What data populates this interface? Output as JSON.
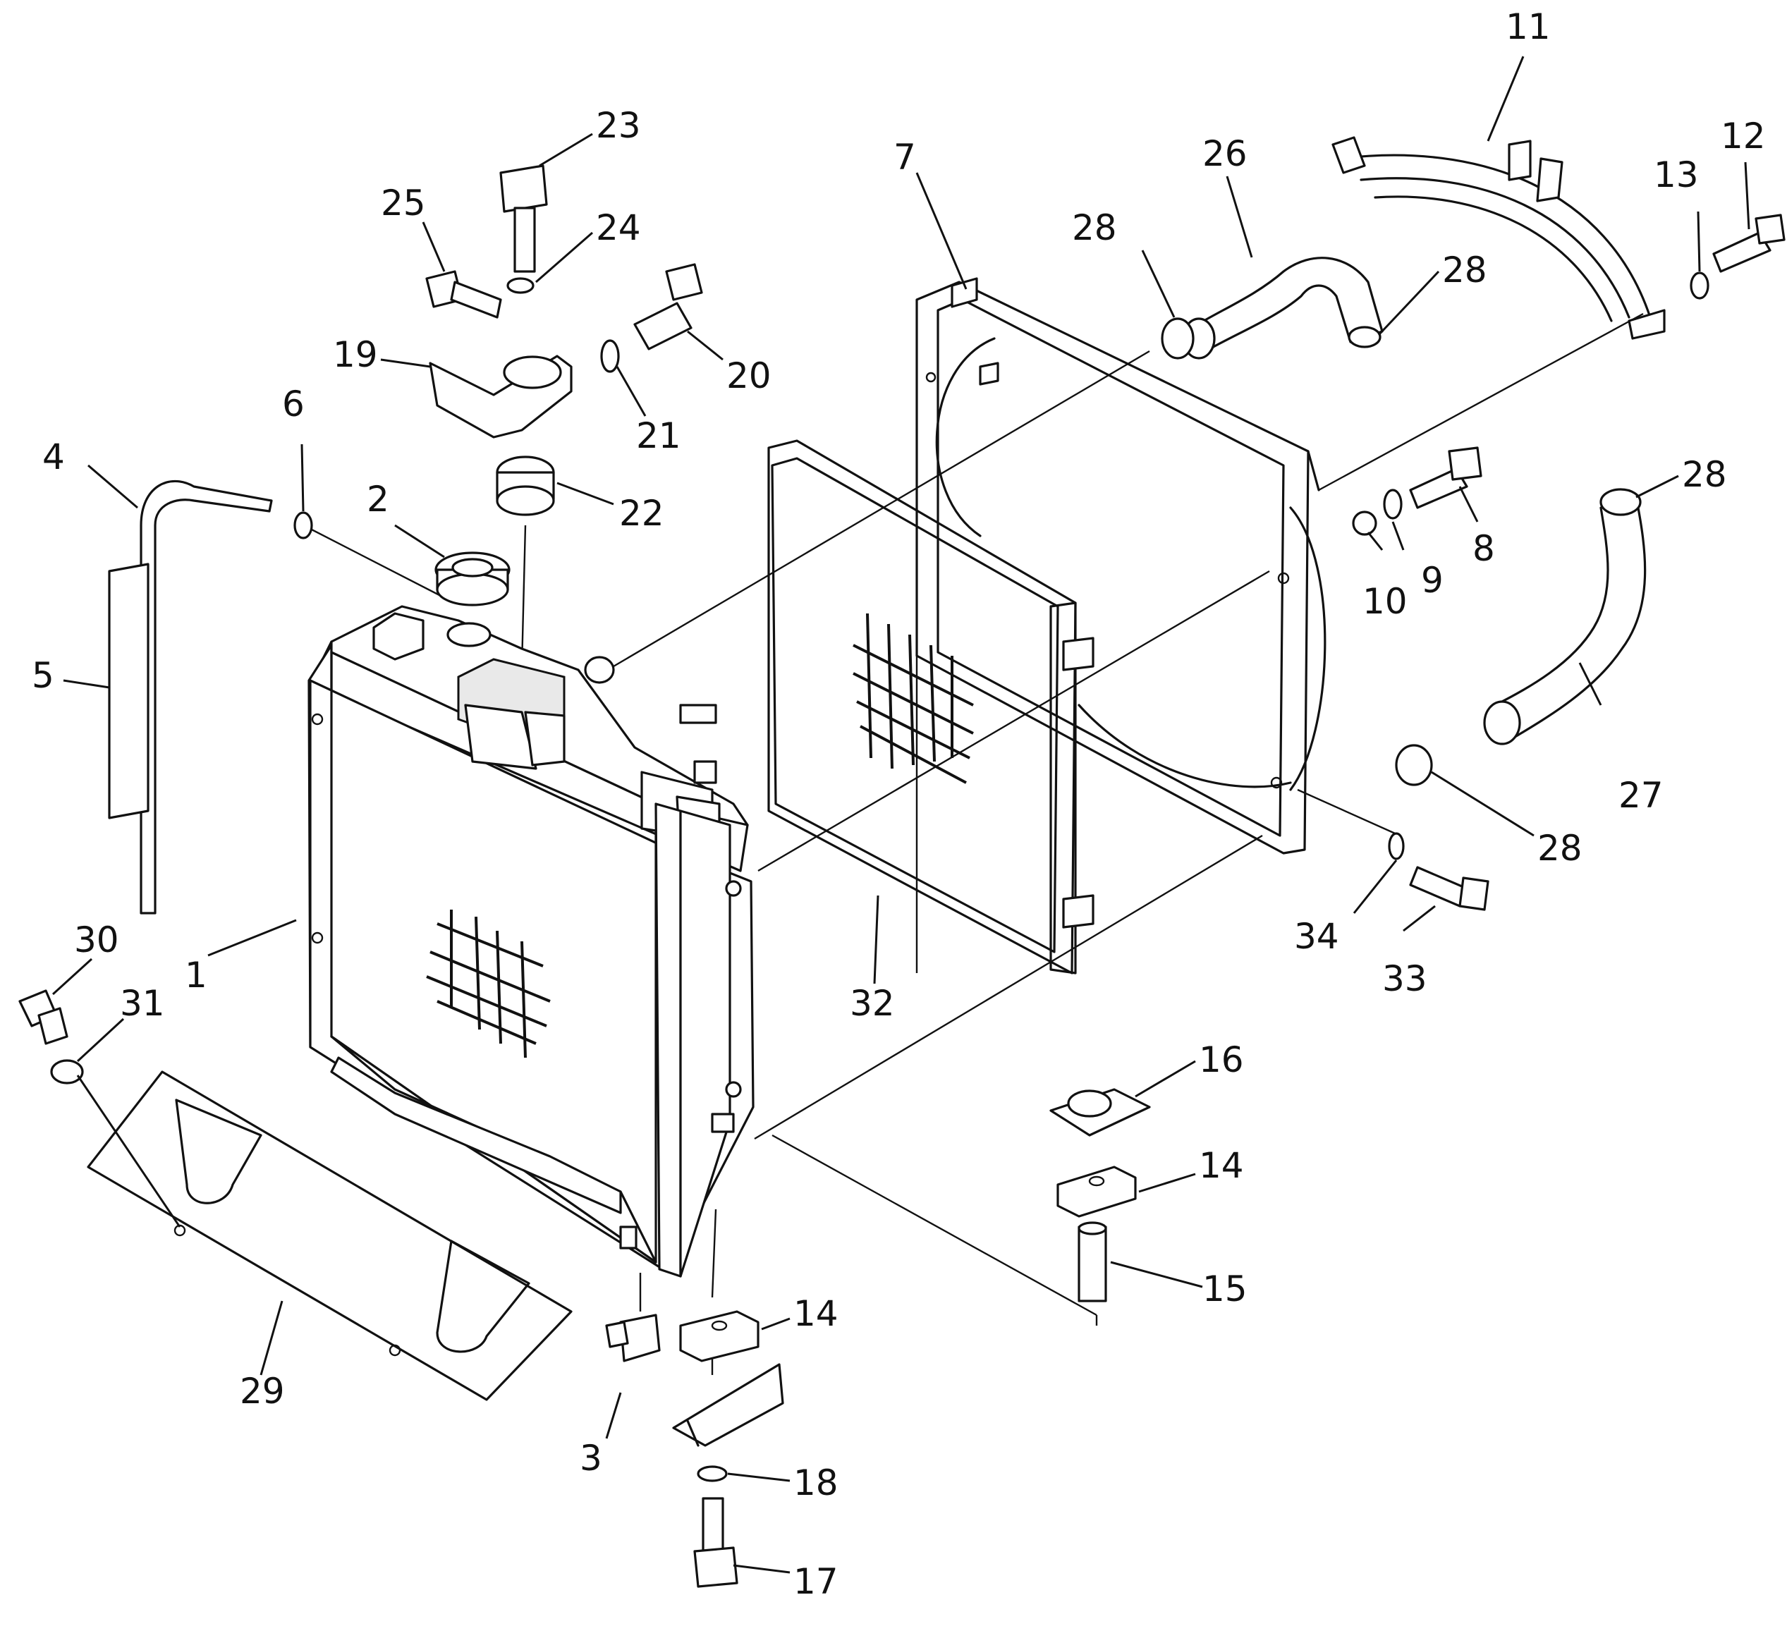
{
  "diagram": {
    "type": "exploded-parts-view",
    "callouts": [
      {
        "id": "c1",
        "text": "1"
      },
      {
        "id": "c2",
        "text": "2"
      },
      {
        "id": "c3",
        "text": "3"
      },
      {
        "id": "c4",
        "text": "4"
      },
      {
        "id": "c5",
        "text": "5"
      },
      {
        "id": "c6",
        "text": "6"
      },
      {
        "id": "c7",
        "text": "7"
      },
      {
        "id": "c8",
        "text": "8"
      },
      {
        "id": "c9",
        "text": "9"
      },
      {
        "id": "c10",
        "text": "10"
      },
      {
        "id": "c11",
        "text": "11"
      },
      {
        "id": "c12",
        "text": "12"
      },
      {
        "id": "c13",
        "text": "13"
      },
      {
        "id": "c14a",
        "text": "14"
      },
      {
        "id": "c14b",
        "text": "14"
      },
      {
        "id": "c15",
        "text": "15"
      },
      {
        "id": "c16",
        "text": "16"
      },
      {
        "id": "c17",
        "text": "17"
      },
      {
        "id": "c18",
        "text": "18"
      },
      {
        "id": "c19",
        "text": "19"
      },
      {
        "id": "c20",
        "text": "20"
      },
      {
        "id": "c21",
        "text": "21"
      },
      {
        "id": "c22",
        "text": "22"
      },
      {
        "id": "c23",
        "text": "23"
      },
      {
        "id": "c24",
        "text": "24"
      },
      {
        "id": "c25",
        "text": "25"
      },
      {
        "id": "c26",
        "text": "26"
      },
      {
        "id": "c27",
        "text": "27"
      },
      {
        "id": "c28a",
        "text": "28"
      },
      {
        "id": "c28b",
        "text": "28"
      },
      {
        "id": "c28c",
        "text": "28"
      },
      {
        "id": "c28d",
        "text": "28"
      },
      {
        "id": "c29",
        "text": "29"
      },
      {
        "id": "c30",
        "text": "30"
      },
      {
        "id": "c31",
        "text": "31"
      },
      {
        "id": "c32",
        "text": "32"
      },
      {
        "id": "c33",
        "text": "33"
      },
      {
        "id": "c34",
        "text": "34"
      }
    ]
  }
}
